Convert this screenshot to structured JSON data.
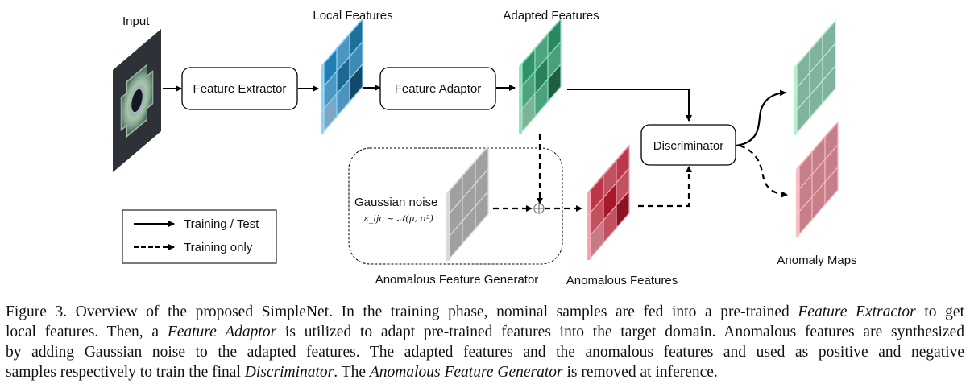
{
  "diagram": {
    "labels": {
      "input": "Input",
      "local_features": "Local Features",
      "adapted_features": "Adapted Features",
      "anomalous_features": "Anomalous Features",
      "anomaly_maps": "Anomaly Maps",
      "anomalous_feature_generator": "Anomalous Feature Generator",
      "gaussian_noise": "Gaussian noise",
      "noise_formula": "ε_ijc ~ 𝒩(μ, σ²)"
    },
    "boxes": {
      "feature_extractor": "Feature Extractor",
      "feature_adaptor": "Feature Adaptor",
      "discriminator": "Discriminator"
    },
    "legend": {
      "solid": "Training / Test",
      "dashed": "Training only"
    },
    "colors": {
      "local_features": [
        "#1f7fb3",
        "#4b96c0",
        "#1d6f9c",
        "#4d98c2",
        "#1c6a94",
        "#3f8bb5",
        "#7aa8c4",
        "#4c94bd",
        "#134a69"
      ],
      "local_features_edge": "#8fd0f0",
      "adapted_features": [
        "#2e9467",
        "#4ea57d",
        "#2a8860",
        "#4ea37c",
        "#2b7f59",
        "#4b9f78",
        "#7eb398",
        "#4ba27b",
        "#1e5e41"
      ],
      "adapted_features_edge": "#8ee0b8",
      "anomalous_features": [
        "#bb3848",
        "#c0525f",
        "#b9384a",
        "#c0525f",
        "#a8182d",
        "#c0525f",
        "#c47b85",
        "#c0525f",
        "#881425"
      ],
      "anomalous_features_edge": "#f4a0ae",
      "noise": "#a0a0a0",
      "noise_edge": "#d8d8d8",
      "map_normal": "#7fb39b",
      "map_normal_edge": "#b8ecd2",
      "map_anomaly": "#c57f88",
      "map_anomaly_edge": "#f7b8c0"
    }
  },
  "caption": {
    "figure_label": "Figure 3.",
    "segments": [
      {
        "text": " Overview of the proposed SimpleNet. In the training phase, nominal samples are fed into a pre-trained ",
        "italic": false
      },
      {
        "text": "Feature Extractor",
        "italic": true
      },
      {
        "text": " to get local features. Then, a ",
        "italic": false
      },
      {
        "text": "Feature Adaptor",
        "italic": true
      },
      {
        "text": " is utilized to adapt pre-trained features into the target domain. Anomalous features are synthesized by adding Gaussian noise to the adapted features. The adapted features and the anomalous features and used as positive and negative samples respectively to train the final ",
        "italic": false
      },
      {
        "text": "Discriminator",
        "italic": true
      },
      {
        "text": ". The ",
        "italic": false
      },
      {
        "text": "Anomalous Feature Generator",
        "italic": true
      },
      {
        "text": " is removed at inference.",
        "italic": false
      }
    ],
    "lines": [
      [
        {
          "text": "Figure 3. Overview of the proposed SimpleNet. In the training phase, nominal samples are fed into a pre-trained ",
          "italic": false
        },
        {
          "text": "Feature Extractor",
          "italic": true
        },
        {
          "text": " to get",
          "italic": false
        }
      ],
      [
        {
          "text": "local features. Then, a ",
          "italic": false
        },
        {
          "text": "Feature Adaptor",
          "italic": true
        },
        {
          "text": " is utilized to adapt pre-trained features into the target domain. Anomalous features are synthesized",
          "italic": false
        }
      ],
      [
        {
          "text": "by adding Gaussian noise to the adapted features. The adapted features and the anomalous features and used as positive and negative",
          "italic": false
        }
      ],
      [
        {
          "text": "samples respectively to train the final ",
          "italic": false
        },
        {
          "text": "Discriminator",
          "italic": true
        },
        {
          "text": ". The ",
          "italic": false
        },
        {
          "text": "Anomalous Feature Generator",
          "italic": true
        },
        {
          "text": " is removed at inference.",
          "italic": false
        }
      ]
    ]
  }
}
